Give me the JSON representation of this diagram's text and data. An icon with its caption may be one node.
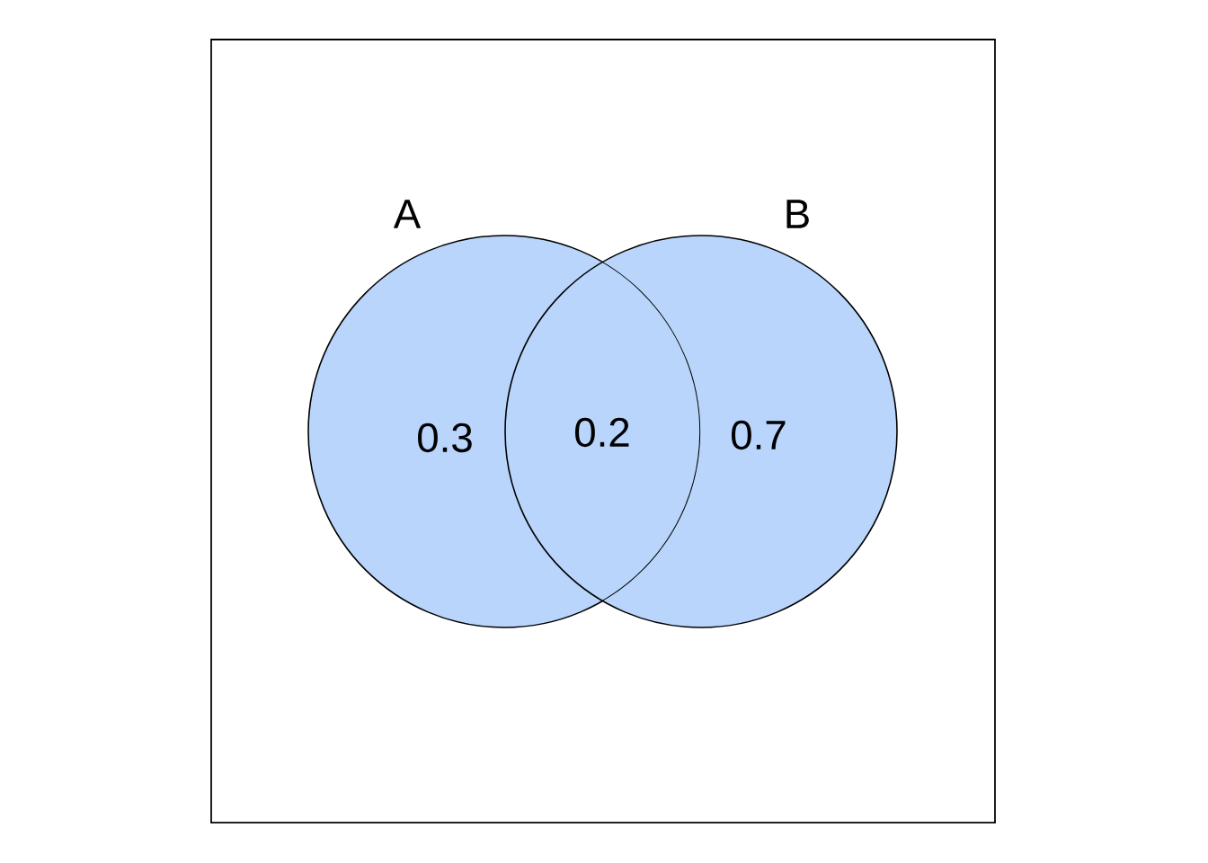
{
  "diagram": {
    "nodes": [
      {
        "text": [
          "A",
          "0.3"
        ]
      },
      {
        "text": [
          "B",
          "0.7"
        ]
      }
    ],
    "labels": [
      "0.2"
    ]
  }
}
